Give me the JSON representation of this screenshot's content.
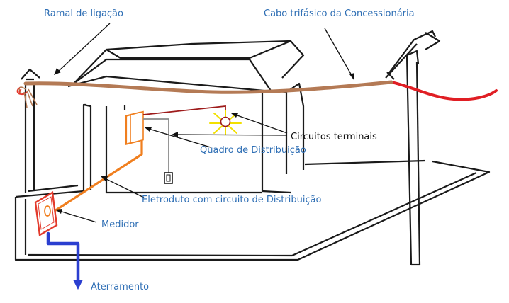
{
  "labels": {
    "ramal": "Ramal de ligação",
    "cabo": "Cabo trifásico da Concessionária",
    "circuitos": "Circuitos terminais",
    "quadro": "Quadro de Distribuição",
    "eletroduto": "Eletroduto com circuito de Distribuição",
    "medidor": "Medidor",
    "aterramento": "Aterramento"
  },
  "colors": {
    "outline": "#1a1a1a",
    "label_blue": "#2f6fb5",
    "cable_brown": "#b47a55",
    "utility_red": "#e01e24",
    "conduit_orange": "#f07f1f",
    "box_red": "#e33a2c",
    "ground_blue": "#2b3fd0",
    "lamp_yellow": "#f2e000",
    "circuit_darkred": "#9e1b1b"
  }
}
